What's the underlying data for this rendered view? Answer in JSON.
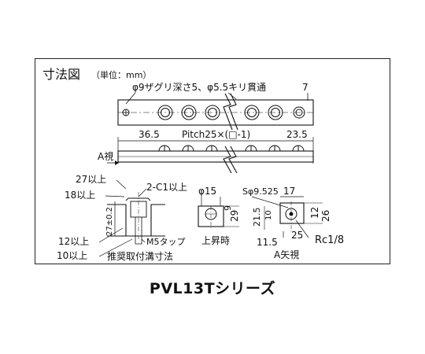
{
  "title": "寸法図",
  "unit_note": "（単位：mm）",
  "top_view": {
    "hole_note": "φ9ザグリ深さ5、φ5.5キリ貫通",
    "edge_dim": "7"
  },
  "side_view": {
    "left_offset": "36.5",
    "pitch_note": "Pitch25×(□-1)",
    "right_offset": "23.5",
    "view_label": "A視"
  },
  "groove_section": {
    "dim_27": "27以上",
    "dim_18": "18以上",
    "chamfer": "2-C1以上",
    "height": "27±0.2",
    "dim_12": "12以上",
    "dim_10": "10以上",
    "tap": "M5タップ",
    "caption": "推奨取付溝寸法"
  },
  "lift_view": {
    "diameter": "φ15",
    "dim_9": "9",
    "dim_29": "29",
    "caption": "上昇時"
  },
  "end_view": {
    "ball": "Sφ9.525",
    "dim_17": "17",
    "dim_21_5": "21.5",
    "dim_10": "10",
    "dim_12": "12",
    "dim_26": "26",
    "dim_11_5": "11.5",
    "dim_25": "25",
    "port": "Rc1/8",
    "caption": "A矢視"
  },
  "series_name": "PVL13Tシリーズ"
}
